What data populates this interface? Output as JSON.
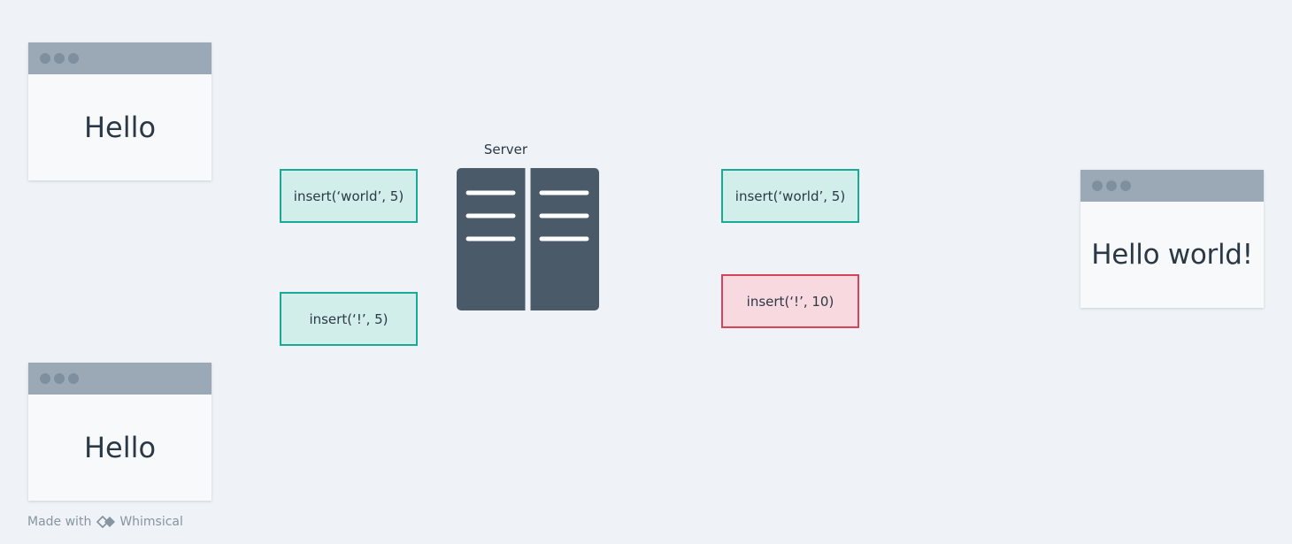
{
  "diagram": {
    "windows": {
      "top_left": {
        "text": "Hello"
      },
      "bottom_left": {
        "text": "Hello"
      },
      "right": {
        "text": "Hello world!"
      }
    },
    "operations": {
      "left_top": "insert(‘world’, 5)",
      "left_bottom": "insert(‘!’, 5)",
      "right_top": "insert(‘world’, 5)",
      "right_bottom": "insert(‘!’, 10)"
    },
    "server": {
      "label": "Server"
    }
  },
  "footer": {
    "made_with": "Made with",
    "brand": "Whimsical",
    "logo_icon": "whimsical-logo-icon"
  },
  "colors": {
    "background": "#eff3f7",
    "ok_fill": "#d1eeeb",
    "ok_border": "#19aa97",
    "error_fill": "#f7d9df",
    "error_border": "#d94359",
    "server": "#4a5a69"
  }
}
